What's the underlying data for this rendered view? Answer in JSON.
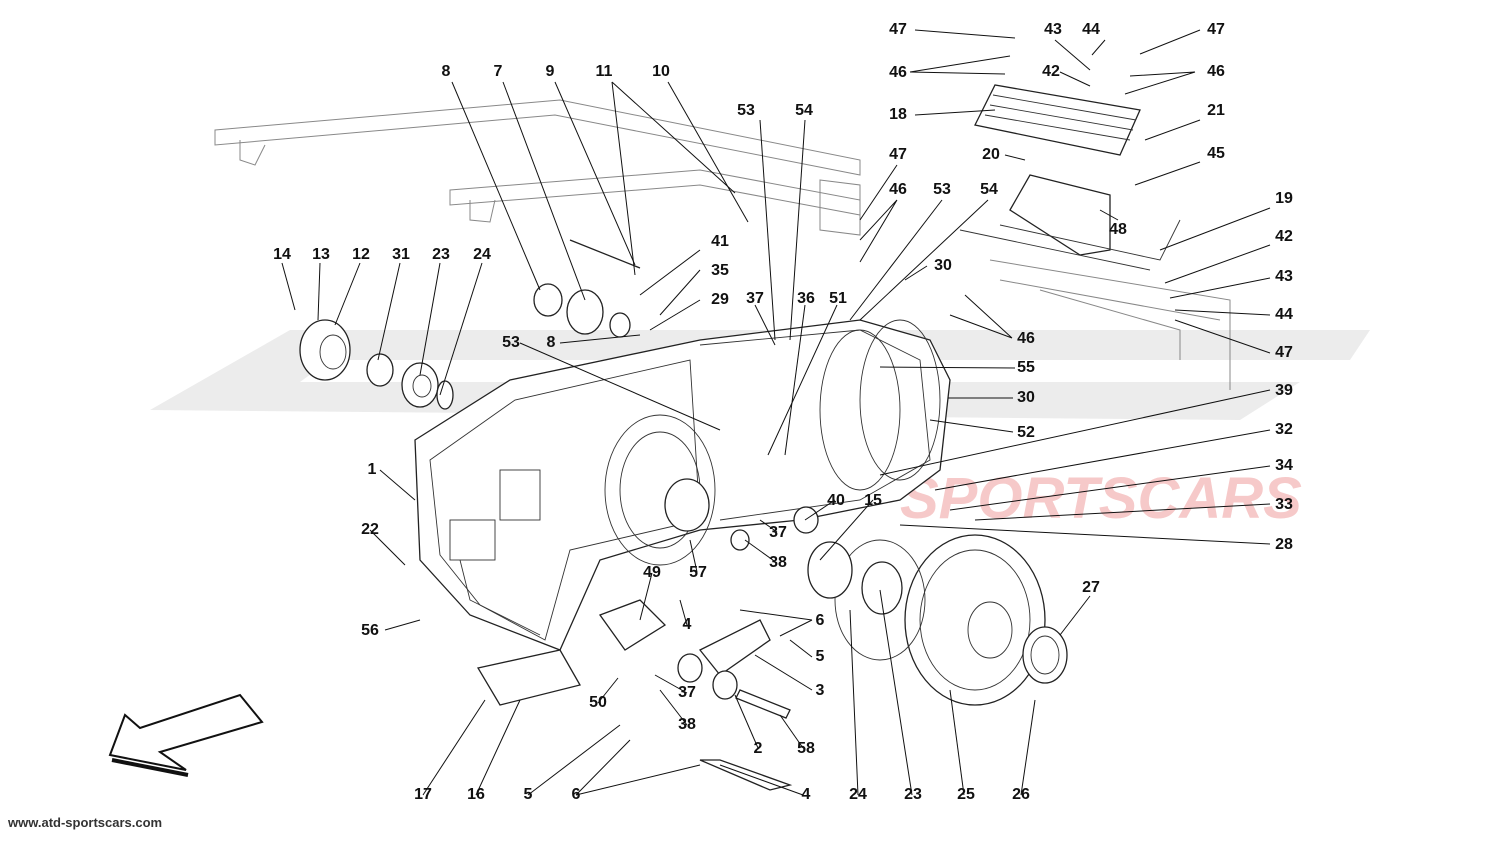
{
  "footer": {
    "site": "www.atd-sportscars.com"
  },
  "watermark": {
    "text": "SPORTSCARS"
  },
  "colors": {
    "ink": "#111111",
    "watermark_grey": "#ececec",
    "watermark_red": "#f3b9b9"
  },
  "icons": {
    "direction": "front-direction-arrow-icon"
  },
  "callouts": [
    {
      "id": "c47a",
      "label": "47"
    },
    {
      "id": "c43a",
      "label": "43"
    },
    {
      "id": "c44a",
      "label": "44"
    },
    {
      "id": "c47b",
      "label": "47"
    },
    {
      "id": "c46a",
      "label": "46"
    },
    {
      "id": "c42a",
      "label": "42"
    },
    {
      "id": "c46b",
      "label": "46"
    },
    {
      "id": "c8a",
      "label": "8"
    },
    {
      "id": "c7",
      "label": "7"
    },
    {
      "id": "c9",
      "label": "9"
    },
    {
      "id": "c11",
      "label": "11"
    },
    {
      "id": "c10",
      "label": "10"
    },
    {
      "id": "c18",
      "label": "18"
    },
    {
      "id": "c21",
      "label": "21"
    },
    {
      "id": "c53a",
      "label": "53"
    },
    {
      "id": "c54a",
      "label": "54"
    },
    {
      "id": "c20",
      "label": "20"
    },
    {
      "id": "c47c",
      "label": "47"
    },
    {
      "id": "c45",
      "label": "45"
    },
    {
      "id": "c46c",
      "label": "46"
    },
    {
      "id": "c53b",
      "label": "53"
    },
    {
      "id": "c54b",
      "label": "54"
    },
    {
      "id": "c19",
      "label": "19"
    },
    {
      "id": "c48",
      "label": "48"
    },
    {
      "id": "c14",
      "label": "14"
    },
    {
      "id": "c13",
      "label": "13"
    },
    {
      "id": "c12",
      "label": "12"
    },
    {
      "id": "c31",
      "label": "31"
    },
    {
      "id": "c23a",
      "label": "23"
    },
    {
      "id": "c24a",
      "label": "24"
    },
    {
      "id": "c41",
      "label": "41"
    },
    {
      "id": "c42b",
      "label": "42"
    },
    {
      "id": "c30a",
      "label": "30"
    },
    {
      "id": "c43b",
      "label": "43"
    },
    {
      "id": "c35",
      "label": "35"
    },
    {
      "id": "c37a",
      "label": "37"
    },
    {
      "id": "c36",
      "label": "36"
    },
    {
      "id": "c51",
      "label": "51"
    },
    {
      "id": "c29",
      "label": "29"
    },
    {
      "id": "c44b",
      "label": "44"
    },
    {
      "id": "c8b",
      "label": "8"
    },
    {
      "id": "c46d",
      "label": "46"
    },
    {
      "id": "c53c",
      "label": "53"
    },
    {
      "id": "c47d",
      "label": "47"
    },
    {
      "id": "c55",
      "label": "55"
    },
    {
      "id": "c39",
      "label": "39"
    },
    {
      "id": "c30b",
      "label": "30"
    },
    {
      "id": "c52",
      "label": "52"
    },
    {
      "id": "c32",
      "label": "32"
    },
    {
      "id": "c1",
      "label": "1"
    },
    {
      "id": "c34",
      "label": "34"
    },
    {
      "id": "c40",
      "label": "40"
    },
    {
      "id": "c15",
      "label": "15"
    },
    {
      "id": "c33",
      "label": "33"
    },
    {
      "id": "c37b",
      "label": "37"
    },
    {
      "id": "c22",
      "label": "22"
    },
    {
      "id": "c28",
      "label": "28"
    },
    {
      "id": "c38a",
      "label": "38"
    },
    {
      "id": "c57",
      "label": "57"
    },
    {
      "id": "c49",
      "label": "49"
    },
    {
      "id": "c27",
      "label": "27"
    },
    {
      "id": "c6a",
      "label": "6"
    },
    {
      "id": "c4a",
      "label": "4"
    },
    {
      "id": "c56",
      "label": "56"
    },
    {
      "id": "c5a",
      "label": "5"
    },
    {
      "id": "c3",
      "label": "3"
    },
    {
      "id": "c37c",
      "label": "37"
    },
    {
      "id": "c50",
      "label": "50"
    },
    {
      "id": "c38b",
      "label": "38"
    },
    {
      "id": "c2",
      "label": "2"
    },
    {
      "id": "c58",
      "label": "58"
    },
    {
      "id": "c17",
      "label": "17"
    },
    {
      "id": "c16",
      "label": "16"
    },
    {
      "id": "c5b",
      "label": "5"
    },
    {
      "id": "c6b",
      "label": "6"
    },
    {
      "id": "c4b",
      "label": "4"
    },
    {
      "id": "c24b",
      "label": "24"
    },
    {
      "id": "c23b",
      "label": "23"
    },
    {
      "id": "c25",
      "label": "25"
    },
    {
      "id": "c26",
      "label": "26"
    }
  ]
}
